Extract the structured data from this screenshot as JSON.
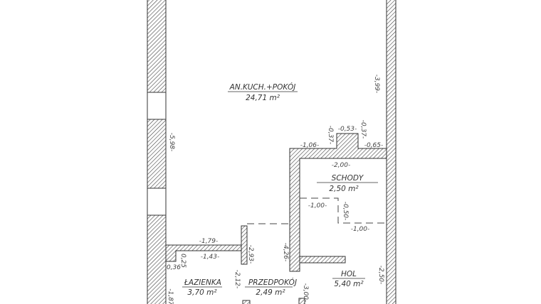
{
  "rooms": [
    {
      "name": "AN.KUCH.+POKÓJ",
      "area": "24,71 m²"
    },
    {
      "name": "SCHODY",
      "area": "2,50 m²"
    },
    {
      "name": "ŁAZIENKA",
      "area": "3,70 m²"
    },
    {
      "name": "PRZEDPOKÓJ",
      "area": "2,49 m²"
    },
    {
      "name": "HOL",
      "area": "5,40 m²"
    }
  ],
  "dimensions": [
    "-3,99-",
    "-5,98-",
    "-0,53-",
    "-0,37-",
    "-0,37-",
    "-1,06-",
    "-0,65-",
    "-2,00-",
    "-1,00-",
    "-0,50-",
    "-1,00-",
    "-1,79-",
    "-1,43-",
    "0,25",
    "0,36",
    "-2,93-",
    "-4,26-",
    "-2,12-",
    "-3,00-",
    "-2,50-",
    "-1,87"
  ],
  "colors": {
    "wall_line": "#333333",
    "background": "#ffffff"
  }
}
